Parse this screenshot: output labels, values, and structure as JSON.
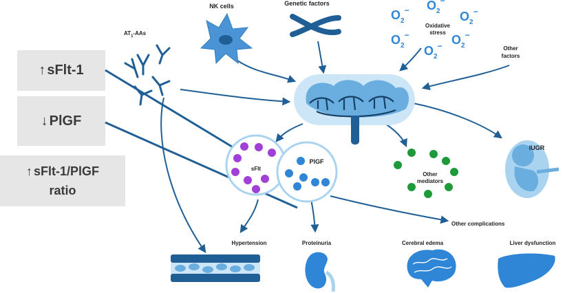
{
  "left_boxes": {
    "sflt1": {
      "arrow": "↑",
      "text": "sFlt-1"
    },
    "plgf": {
      "arrow": "↓",
      "text": "PlGF"
    },
    "ratio": {
      "arrow": "↑",
      "line1": "sFlt-1/PlGF",
      "line2": "ratio"
    }
  },
  "labels": {
    "nk_cells": "NK cells",
    "genetic_factors": "Genetic factors",
    "oxidative_stress_1": "Oxidative",
    "oxidative_stress_2": "stress",
    "other_factors_1": "Other",
    "other_factors_2": "factors",
    "at1_aas_main": "AT",
    "at1_aas_sub": "1",
    "at1_aas_rest": "-AAs",
    "iugr": "IUGR",
    "sflt": "sFlt",
    "plgf": "PlGF",
    "other_mediators_1": "Other",
    "other_mediators_2": "mediators",
    "other_complications": "Other complications",
    "hypertension": "Hypertension",
    "proteinuria": "Proteinuria",
    "cerebral_edema": "Cerebral edema",
    "liver_dysfunction": "Liver dysfunction",
    "o2": "O",
    "o2_sub": "2",
    "o2_sup": "−"
  },
  "colors": {
    "dark_blue": "#1f5f96",
    "mid_blue": "#2f7fc1",
    "light_blue": "#a9d3ef",
    "pale_blue": "#cde6f7",
    "purple": "#a040d8",
    "green": "#1f9a3a",
    "dot_blue": "#2f86d6",
    "box_gray": "#e6e6e6"
  }
}
